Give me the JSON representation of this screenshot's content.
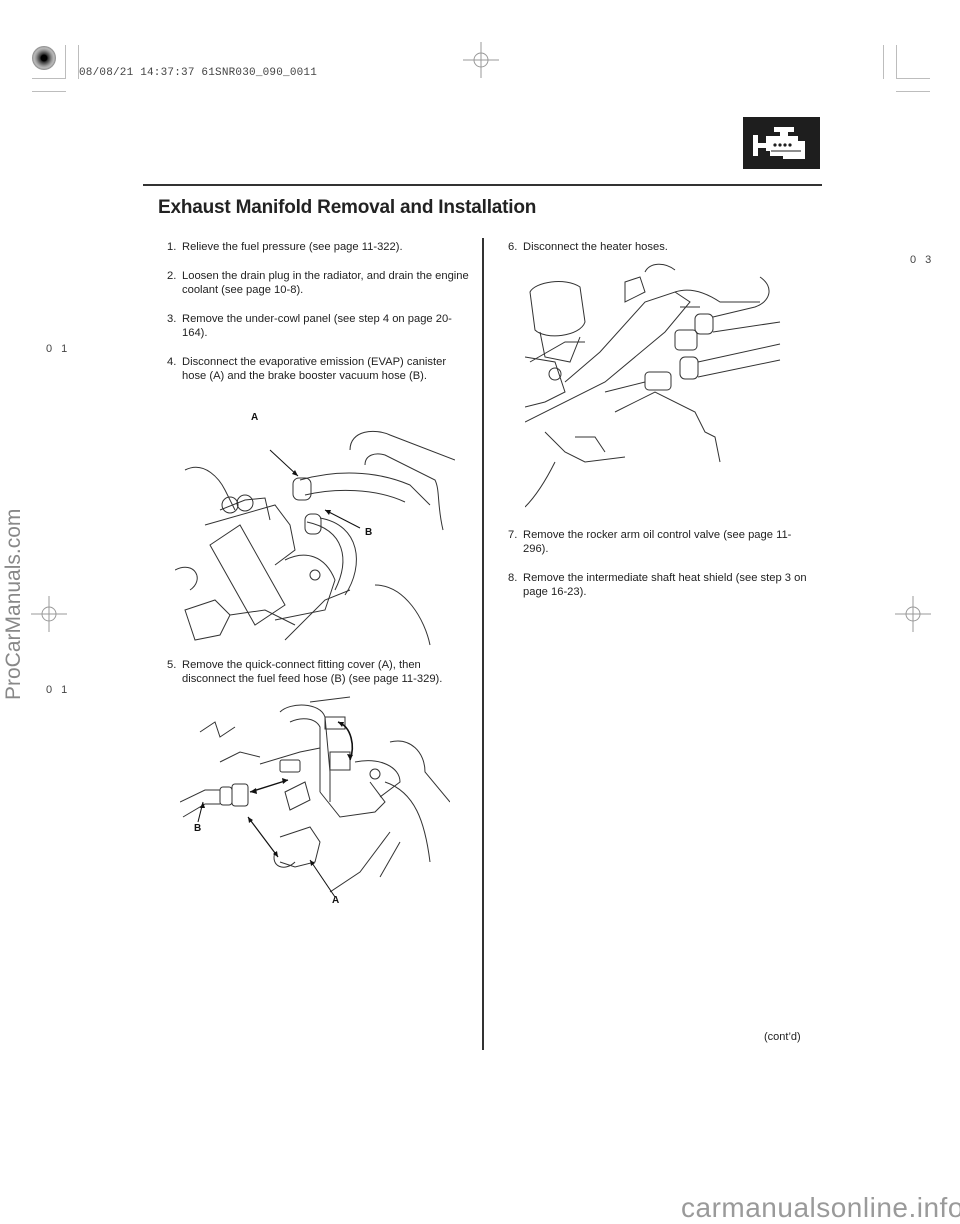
{
  "print_stamp": "08/08/21 14:37:37 61SNR030_090_0011",
  "section_icon": "engine-icon",
  "page_title": "Exhaust Manifold Removal and Installation",
  "left_column": {
    "steps": [
      {
        "number": "1.",
        "text": "Relieve the fuel pressure (see page 11-322)."
      },
      {
        "number": "2.",
        "text": "Loosen the drain plug in the radiator, and drain the engine coolant (see page 10-8)."
      },
      {
        "number": "3.",
        "text": "Remove the under-cowl panel (see step 4 on page 20-164)."
      },
      {
        "number": "4.",
        "text": "Disconnect the evaporative emission (EVAP) canister hose (A) and the brake booster vacuum hose (B)."
      },
      {
        "number": "5.",
        "text": "Remove the quick-connect fitting cover (A), then disconnect the fuel feed hose (B) (see page 11-329)."
      }
    ],
    "figure_1": {
      "callouts": [
        "A",
        "B"
      ],
      "subject": "EVAP canister hose and brake booster vacuum hose"
    },
    "figure_2": {
      "callouts": [
        "B",
        "A"
      ],
      "subject": "quick-connect fitting cover and fuel feed hose"
    }
  },
  "right_column": {
    "steps": [
      {
        "number": "6.",
        "text": "Disconnect the heater hoses."
      },
      {
        "number": "7.",
        "text": "Remove the rocker arm oil control valve (see page 11-296)."
      },
      {
        "number": "8.",
        "text": "Remove the intermediate shaft heat shield (see step 3 on page 16-23)."
      }
    ],
    "figure_3": {
      "subject": "heater hoses"
    }
  },
  "continued_label": "(cont’d)",
  "margin_codes": {
    "left_top": "0 1",
    "left_bottom": "0 1",
    "right_top": "0 3"
  },
  "watermarks": {
    "left_vertical": "ProCarManuals.com",
    "bottom": "carmanualsonline.info"
  }
}
